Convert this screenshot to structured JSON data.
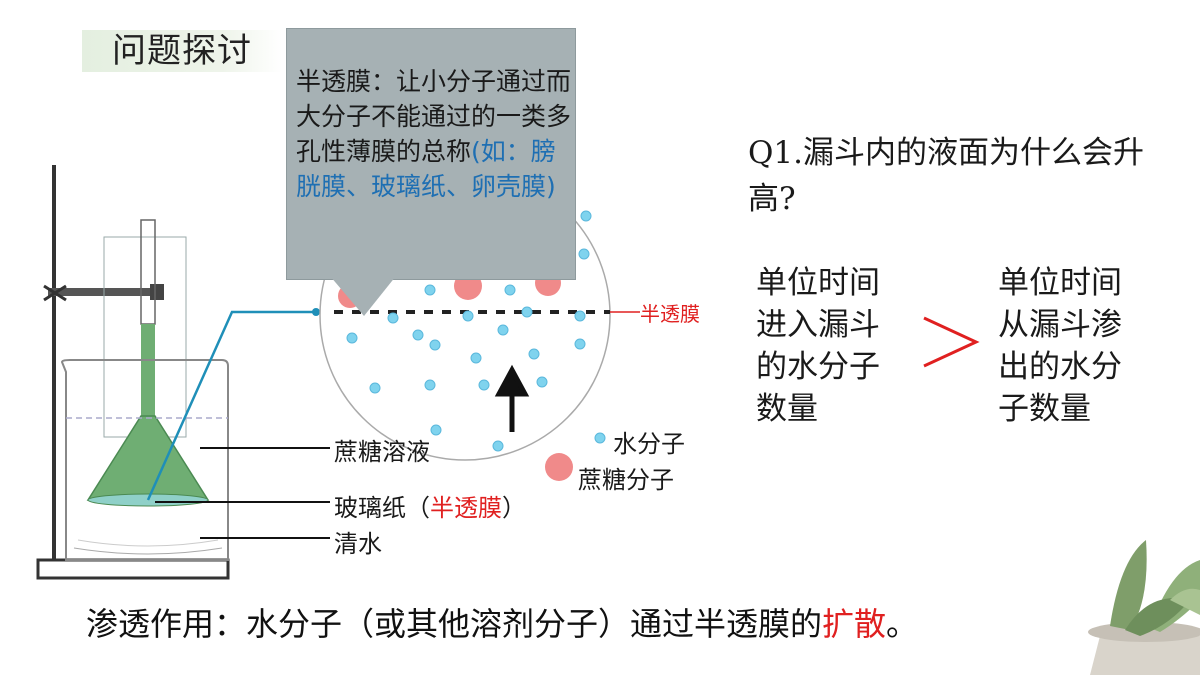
{
  "title": "问题探讨",
  "callout": {
    "text_main": "半透膜：让小分子通过而大分子不能通过的一类多孔性薄膜的总称",
    "text_example": "(如：膀胱膜、玻璃纸、卵壳膜)"
  },
  "question": "Q1.漏斗内的液面为什么会升高?",
  "compare": {
    "left": "单位时间进入漏斗的水分子数量",
    "symbol": ">",
    "right": "单位时间从漏斗渗出的水分子数量"
  },
  "diagram": {
    "membrane_label": "半透膜",
    "legend_water": "水分子",
    "legend_sugar": "蔗糖分子",
    "label_sucrose": "蔗糖溶液",
    "label_cellophane_prefix": "玻璃纸（",
    "label_cellophane_red": "半透膜",
    "label_cellophane_suffix": "）",
    "label_water": "清水"
  },
  "bottom": {
    "text_main": "渗透作用：水分子（或其他溶剂分子）通过半透膜的",
    "text_red": "扩散",
    "text_end": "。"
  },
  "colors": {
    "accent_red": "#e02020",
    "blue_text": "#1e6fb3",
    "callout_bg": "#a6b1b4",
    "funnel_green": "#6fae73",
    "water_dot": "#7fd3ee",
    "sugar_dot": "#f08a8a"
  }
}
